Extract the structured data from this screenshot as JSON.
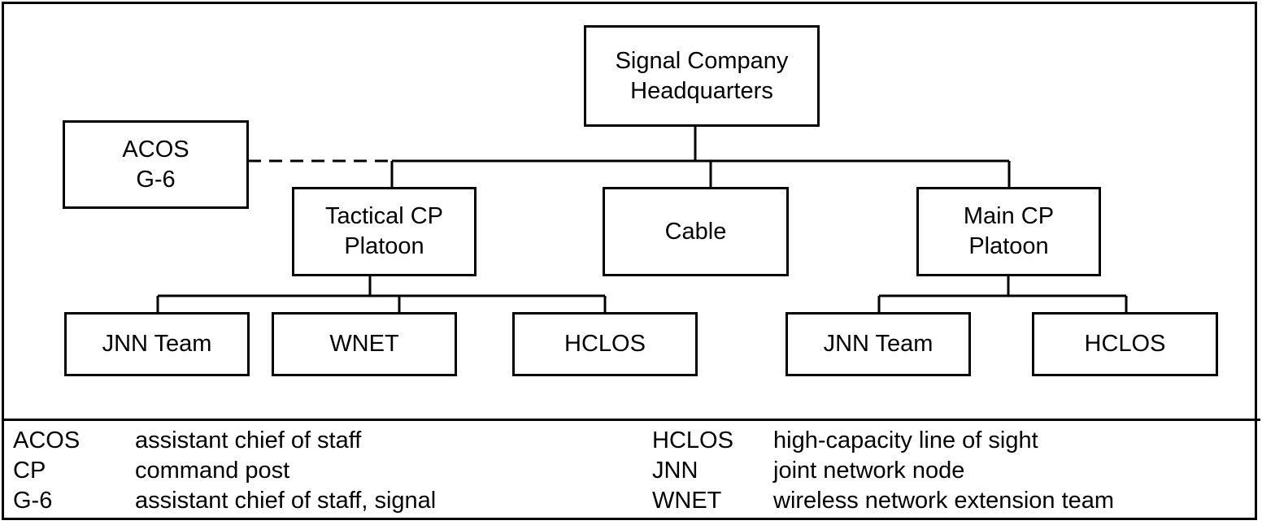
{
  "diagram": {
    "nodes": {
      "hq": [
        "Signal Company",
        "Headquarters"
      ],
      "acos": [
        "ACOS",
        "G-6"
      ],
      "tactical": [
        "Tactical CP",
        "Platoon"
      ],
      "cable": [
        "Cable"
      ],
      "main": [
        "Main CP",
        "Platoon"
      ],
      "jnn_tactical": [
        "JNN Team"
      ],
      "wnet": [
        "WNET"
      ],
      "hclos_tactical": [
        "HCLOS"
      ],
      "jnn_main": [
        "JNN Team"
      ],
      "hclos_main": [
        "HCLOS"
      ]
    }
  },
  "legend": [
    {
      "abbr": "ACOS",
      "meaning": "assistant chief of staff"
    },
    {
      "abbr": "CP",
      "meaning": "command post"
    },
    {
      "abbr": "G-6",
      "meaning": "assistant chief of staff, signal"
    },
    {
      "abbr": "HCLOS",
      "meaning": "high-capacity line of sight"
    },
    {
      "abbr": "JNN",
      "meaning": "joint network node"
    },
    {
      "abbr": "WNET",
      "meaning": "wireless network extension team"
    }
  ]
}
